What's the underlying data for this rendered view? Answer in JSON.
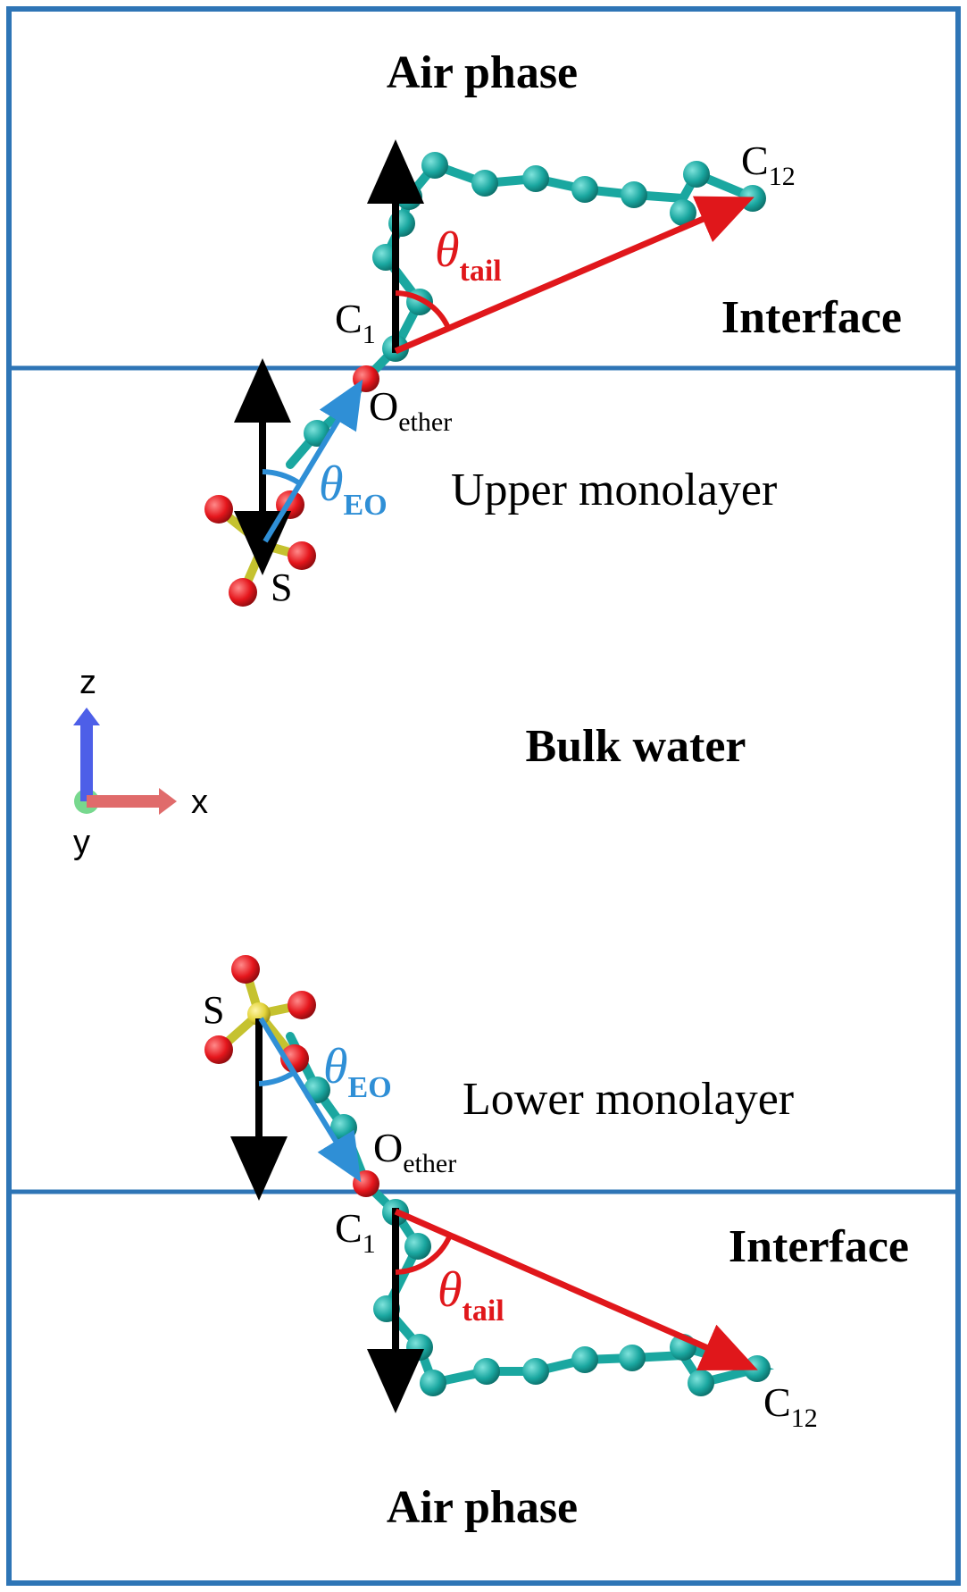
{
  "regions": {
    "air_top": "Air phase",
    "interface_top": "Interface",
    "upper_monolayer": "Upper monolayer",
    "bulk_water": "Bulk water",
    "lower_monolayer": "Lower monolayer",
    "interface_bottom": "Interface",
    "air_bottom": "Air phase"
  },
  "atom_labels": {
    "c12": {
      "base": "C",
      "sub": "12"
    },
    "c1": {
      "base": "C",
      "sub": "1"
    },
    "oether": {
      "base": "O",
      "sub": "ether"
    },
    "s": "S"
  },
  "angle_labels": {
    "tail": {
      "symbol": "θ",
      "sub": "tail"
    },
    "eo": {
      "symbol": "θ",
      "sub": "EO"
    }
  },
  "axes": {
    "z": "z",
    "x": "x",
    "y": "y"
  },
  "colors": {
    "border": "#2e75b6",
    "carbon": "#1aa7a0",
    "oxygen": "#e5161c",
    "sulfur": "#e3d33a",
    "tail_vector": "#e0171b",
    "eo_vector": "#2f8fd6",
    "normal_vector": "#000000",
    "axis_z": "#4d5fe8",
    "axis_x": "#e06b6b",
    "axis_y": "#5fd17a"
  }
}
